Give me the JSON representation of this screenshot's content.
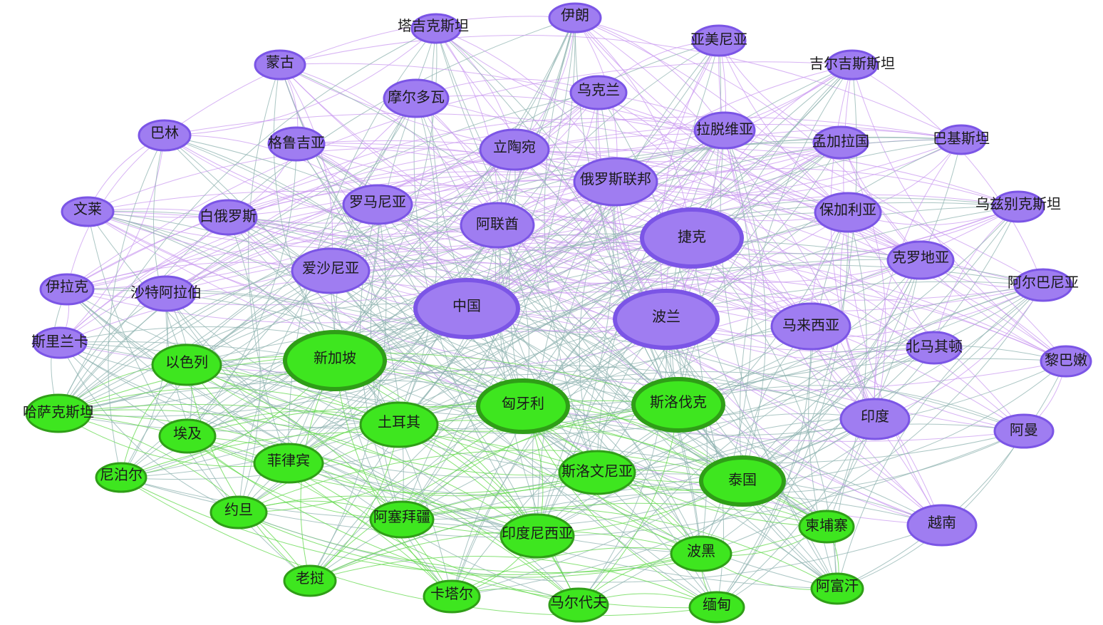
{
  "graph": {
    "groups": {
      "purple": {
        "fill": "#9f7df1",
        "stroke": "#7b55e6",
        "edge": "#c99af0"
      },
      "green": {
        "fill": "#3ee61f",
        "stroke": "#2f9e17",
        "edge": "#5fd848"
      },
      "mixed_edge": "#8fb3b0"
    },
    "nodes": [
      {
        "id": "tajikistan",
        "label": "塔吉克斯坦",
        "group": "purple",
        "weight": 1
      },
      {
        "id": "iran",
        "label": "伊朗",
        "group": "purple",
        "weight": 1
      },
      {
        "id": "armenia",
        "label": "亚美尼亚",
        "group": "purple",
        "weight": 1
      },
      {
        "id": "kyrgyzstan",
        "label": "吉尔吉斯斯坦",
        "group": "purple",
        "weight": 1
      },
      {
        "id": "mongolia",
        "label": "蒙古",
        "group": "purple",
        "weight": 1
      },
      {
        "id": "moldova",
        "label": "摩尔多瓦",
        "group": "purple",
        "weight": 1
      },
      {
        "id": "ukraine",
        "label": "乌克兰",
        "group": "purple",
        "weight": 1
      },
      {
        "id": "bahrain",
        "label": "巴林",
        "group": "purple",
        "weight": 1
      },
      {
        "id": "georgia",
        "label": "格鲁吉亚",
        "group": "purple",
        "weight": 1
      },
      {
        "id": "lithuania",
        "label": "立陶宛",
        "group": "purple",
        "weight": 2
      },
      {
        "id": "latvia",
        "label": "拉脱维亚",
        "group": "purple",
        "weight": 2
      },
      {
        "id": "bangladesh",
        "label": "孟加拉国",
        "group": "purple",
        "weight": 1
      },
      {
        "id": "pakistan",
        "label": "巴基斯坦",
        "group": "purple",
        "weight": 1
      },
      {
        "id": "russia",
        "label": "俄罗斯联邦",
        "group": "purple",
        "weight": 3
      },
      {
        "id": "brunei",
        "label": "文莱",
        "group": "purple",
        "weight": 1
      },
      {
        "id": "belarus",
        "label": "白俄罗斯",
        "group": "purple",
        "weight": 1
      },
      {
        "id": "romania",
        "label": "罗马尼亚",
        "group": "purple",
        "weight": 2
      },
      {
        "id": "uae",
        "label": "阿联酋",
        "group": "purple",
        "weight": 2
      },
      {
        "id": "bulgaria",
        "label": "保加利亚",
        "group": "purple",
        "weight": 2
      },
      {
        "id": "uzbekistan",
        "label": "乌兹别克斯坦",
        "group": "purple",
        "weight": 1
      },
      {
        "id": "czech",
        "label": "捷克",
        "group": "purple",
        "weight": 5
      },
      {
        "id": "croatia",
        "label": "克罗地亚",
        "group": "purple",
        "weight": 2
      },
      {
        "id": "estonia",
        "label": "爱沙尼亚",
        "group": "purple",
        "weight": 2
      },
      {
        "id": "albania",
        "label": "阿尔巴尼亚",
        "group": "purple",
        "weight": 1
      },
      {
        "id": "iraq",
        "label": "伊拉克",
        "group": "purple",
        "weight": 1
      },
      {
        "id": "saudi",
        "label": "沙特阿拉伯",
        "group": "purple",
        "weight": 1
      },
      {
        "id": "china",
        "label": "中国",
        "group": "purple",
        "weight": 5
      },
      {
        "id": "poland",
        "label": "波兰",
        "group": "purple",
        "weight": 5
      },
      {
        "id": "malaysia",
        "label": "马来西亚",
        "group": "purple",
        "weight": 2
      },
      {
        "id": "srilanka",
        "label": "斯里兰卡",
        "group": "purple",
        "weight": 1
      },
      {
        "id": "northmacedonia",
        "label": "北马其顿",
        "group": "purple",
        "weight": 1
      },
      {
        "id": "lebanon",
        "label": "黎巴嫩",
        "group": "purple",
        "weight": 1
      },
      {
        "id": "india",
        "label": "印度",
        "group": "purple",
        "weight": 2
      },
      {
        "id": "oman",
        "label": "阿曼",
        "group": "purple",
        "weight": 1
      },
      {
        "id": "vietnam",
        "label": "越南",
        "group": "purple",
        "weight": 2
      },
      {
        "id": "israel",
        "label": "以色列",
        "group": "green",
        "weight": 2
      },
      {
        "id": "singapore",
        "label": "新加坡",
        "group": "green",
        "weight": 5
      },
      {
        "id": "hungary",
        "label": "匈牙利",
        "group": "green",
        "weight": 4
      },
      {
        "id": "slovakia",
        "label": "斯洛伐克",
        "group": "green",
        "weight": 4
      },
      {
        "id": "kazakhstan",
        "label": "哈萨克斯坦",
        "group": "green",
        "weight": 2
      },
      {
        "id": "turkey",
        "label": "土耳其",
        "group": "green",
        "weight": 3
      },
      {
        "id": "egypt",
        "label": "埃及",
        "group": "green",
        "weight": 1
      },
      {
        "id": "philippines",
        "label": "菲律宾",
        "group": "green",
        "weight": 2
      },
      {
        "id": "nepal",
        "label": "尼泊尔",
        "group": "green",
        "weight": 1
      },
      {
        "id": "slovenia",
        "label": "斯洛文尼亚",
        "group": "green",
        "weight": 3
      },
      {
        "id": "thailand",
        "label": "泰国",
        "group": "green",
        "weight": 4
      },
      {
        "id": "jordan",
        "label": "约旦",
        "group": "green",
        "weight": 1
      },
      {
        "id": "azerbaijan",
        "label": "阿塞拜疆",
        "group": "green",
        "weight": 2
      },
      {
        "id": "indonesia",
        "label": "印度尼西亚",
        "group": "green",
        "weight": 3
      },
      {
        "id": "cambodia",
        "label": "柬埔寨",
        "group": "green",
        "weight": 1
      },
      {
        "id": "montenegro",
        "label": "波黑",
        "group": "green",
        "weight": 2
      },
      {
        "id": "laos",
        "label": "老挝",
        "group": "green",
        "weight": 1
      },
      {
        "id": "qatar",
        "label": "卡塔尔",
        "group": "green",
        "weight": 1
      },
      {
        "id": "maldives",
        "label": "马尔代夫",
        "group": "green",
        "weight": 1
      },
      {
        "id": "myanmar",
        "label": "缅甸",
        "group": "green",
        "weight": 1
      },
      {
        "id": "afghanistan",
        "label": "阿富汗",
        "group": "green",
        "weight": 1
      }
    ]
  }
}
